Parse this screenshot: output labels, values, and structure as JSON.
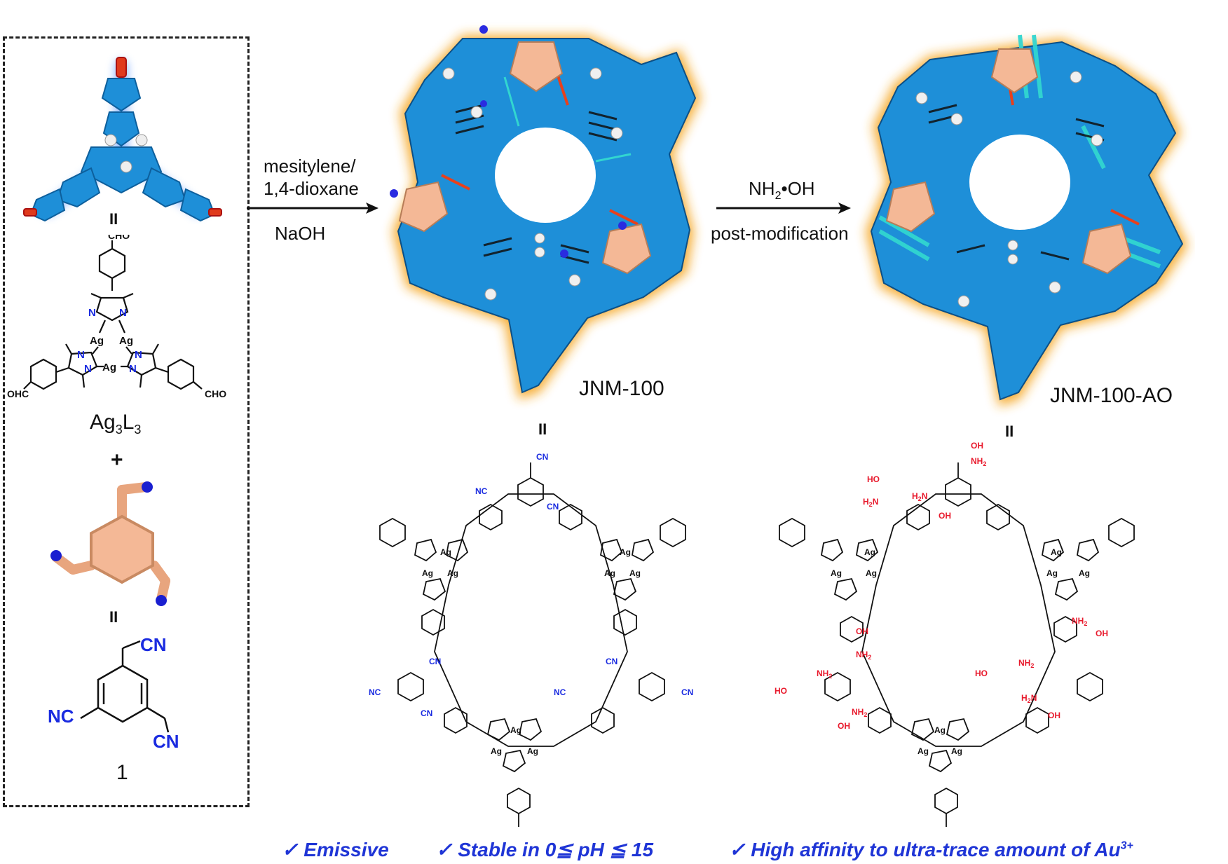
{
  "reagents": {
    "ligand_name_main": "Ag",
    "ligand_sub_a": "3",
    "ligand_mid": "L",
    "ligand_sub_b": "3",
    "plus": "+",
    "equiv": "II",
    "linker_name": "1",
    "cho": "CHO",
    "ohc": "OHC",
    "cn": "CN",
    "nc": "NC"
  },
  "step1": {
    "solvent_line1": "mesitylene/",
    "solvent_line2": "1,4-dioxane",
    "base": "NaOH"
  },
  "step2": {
    "reagent_main": "NH",
    "reagent_sub": "2",
    "reagent_tail": "•OH",
    "process": "post-modification"
  },
  "products": {
    "cof1": "JNM-100",
    "cof2": "JNM-100-AO",
    "equiv": "II"
  },
  "chem_labels": {
    "ag": "Ag",
    "n": "N",
    "cn": "CN",
    "nc": "NC",
    "oh": "OH",
    "nh2": "NH",
    "ho": "HO",
    "h2n": "H",
    "two": "2"
  },
  "features": {
    "check": "✓",
    "f1": "Emissive",
    "f2_pre": "Stable in  0",
    "f2_mid": " pH ",
    "f2_post": " 15",
    "leq": "≦",
    "f3_pre": "High affinity to ultra-trace amount of Au",
    "f3_sup": "3+"
  },
  "colors": {
    "framework_blue": "#1e8fd8",
    "glow_orange": "#f5a623",
    "peach": "#f4b896",
    "cyan": "#32d6d0",
    "nitrile_blue": "#1a2be0",
    "amidoxime_red": "#e8192c",
    "feature_blue": "#1f35d6"
  }
}
